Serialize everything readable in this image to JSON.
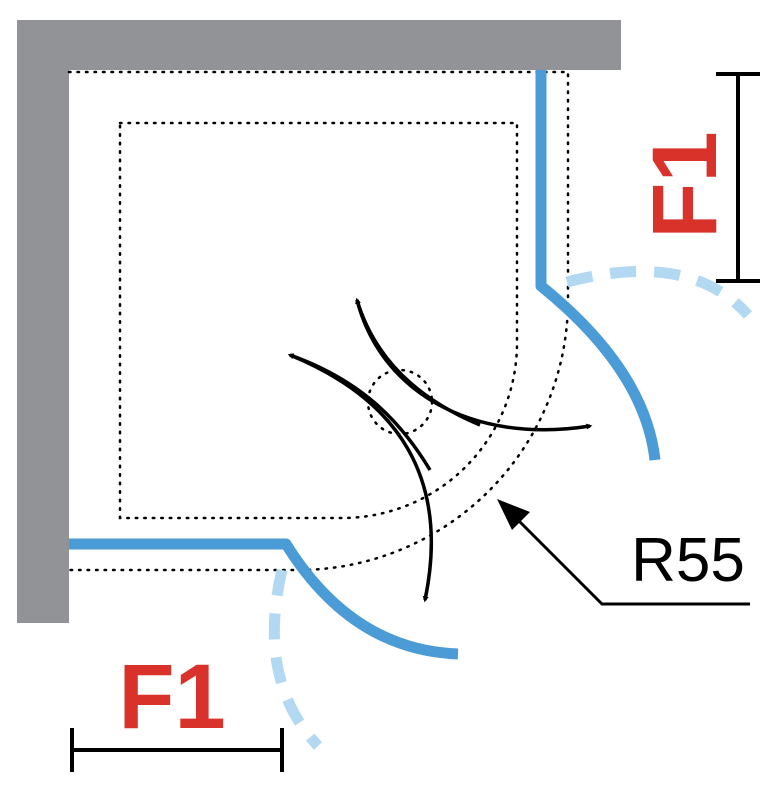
{
  "labels": {
    "width_bottom": "F1",
    "width_right": "F1",
    "radius": "R55"
  },
  "colors": {
    "wall": "#929396",
    "door": "#4a9bd6",
    "door_swing": "#b3d8f2",
    "dimension_label": "#d8322b",
    "line": "#000000",
    "background": "#ffffff"
  }
}
